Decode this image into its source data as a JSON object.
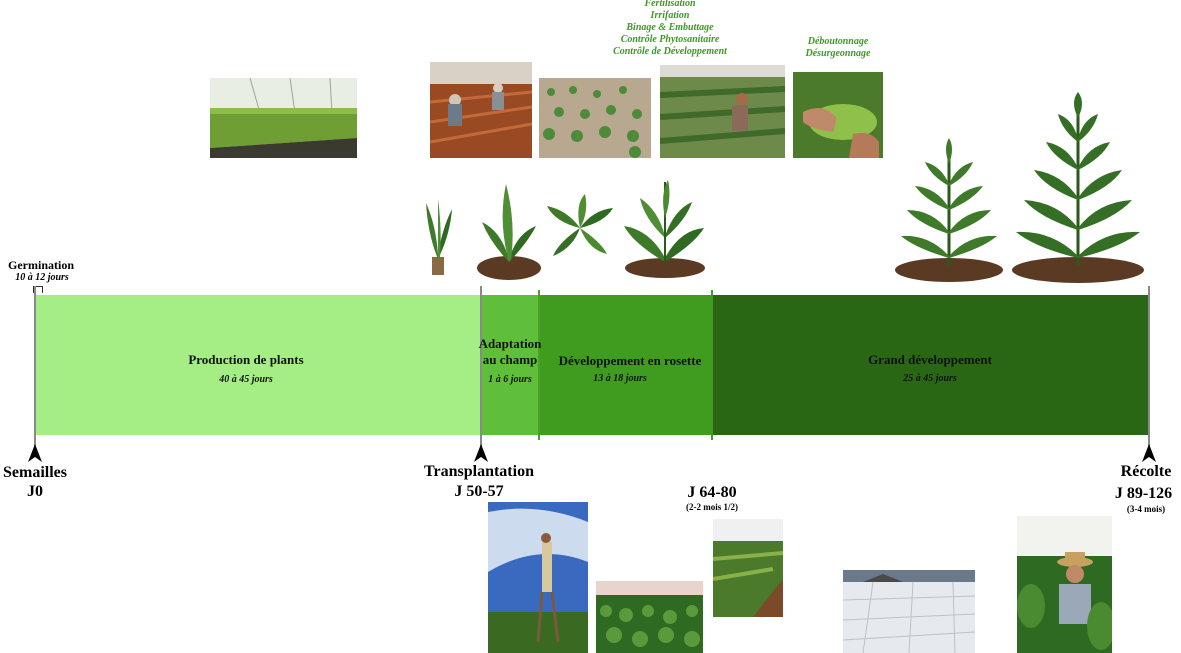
{
  "germination": {
    "label": "Germination",
    "duration": "10 à 12 jours"
  },
  "phases": [
    {
      "title": "Production de plants",
      "duration": "40 à 45 jours",
      "color": "#a5ee85"
    },
    {
      "title": "Adaptation au champ",
      "title_line1": "Adaptation",
      "title_line2": "au champ",
      "duration": "1 à 6 jours",
      "color": "#5fbf3a"
    },
    {
      "title": "Développement en rosette",
      "duration": "13 à 18 jours",
      "color": "#3f9c1e"
    },
    {
      "title": "Grand développement",
      "duration": "25 à 45 jours",
      "color": "#2a6714"
    }
  ],
  "milestones": [
    {
      "label": "Semailles",
      "day": "J0"
    },
    {
      "label": "Transplantation",
      "day": "J 50-57"
    },
    {
      "label": "",
      "day": "J 64-80",
      "note": "(2-2 mois 1/2)"
    },
    {
      "label": "Récolte",
      "day": "J 89-126",
      "note": "(3-4 mois)"
    }
  ],
  "operations_group1": [
    "Fertilisation",
    "Irrifation",
    "Binage & Embuttage",
    "Contrôle Phytosanitaire",
    "Contrôle de Développement"
  ],
  "operations_group2": [
    "Déboutonnage",
    "Désurgeonnage"
  ],
  "colors": {
    "accent_text": "#3d9b1f",
    "tick": "#8a8a8a"
  }
}
